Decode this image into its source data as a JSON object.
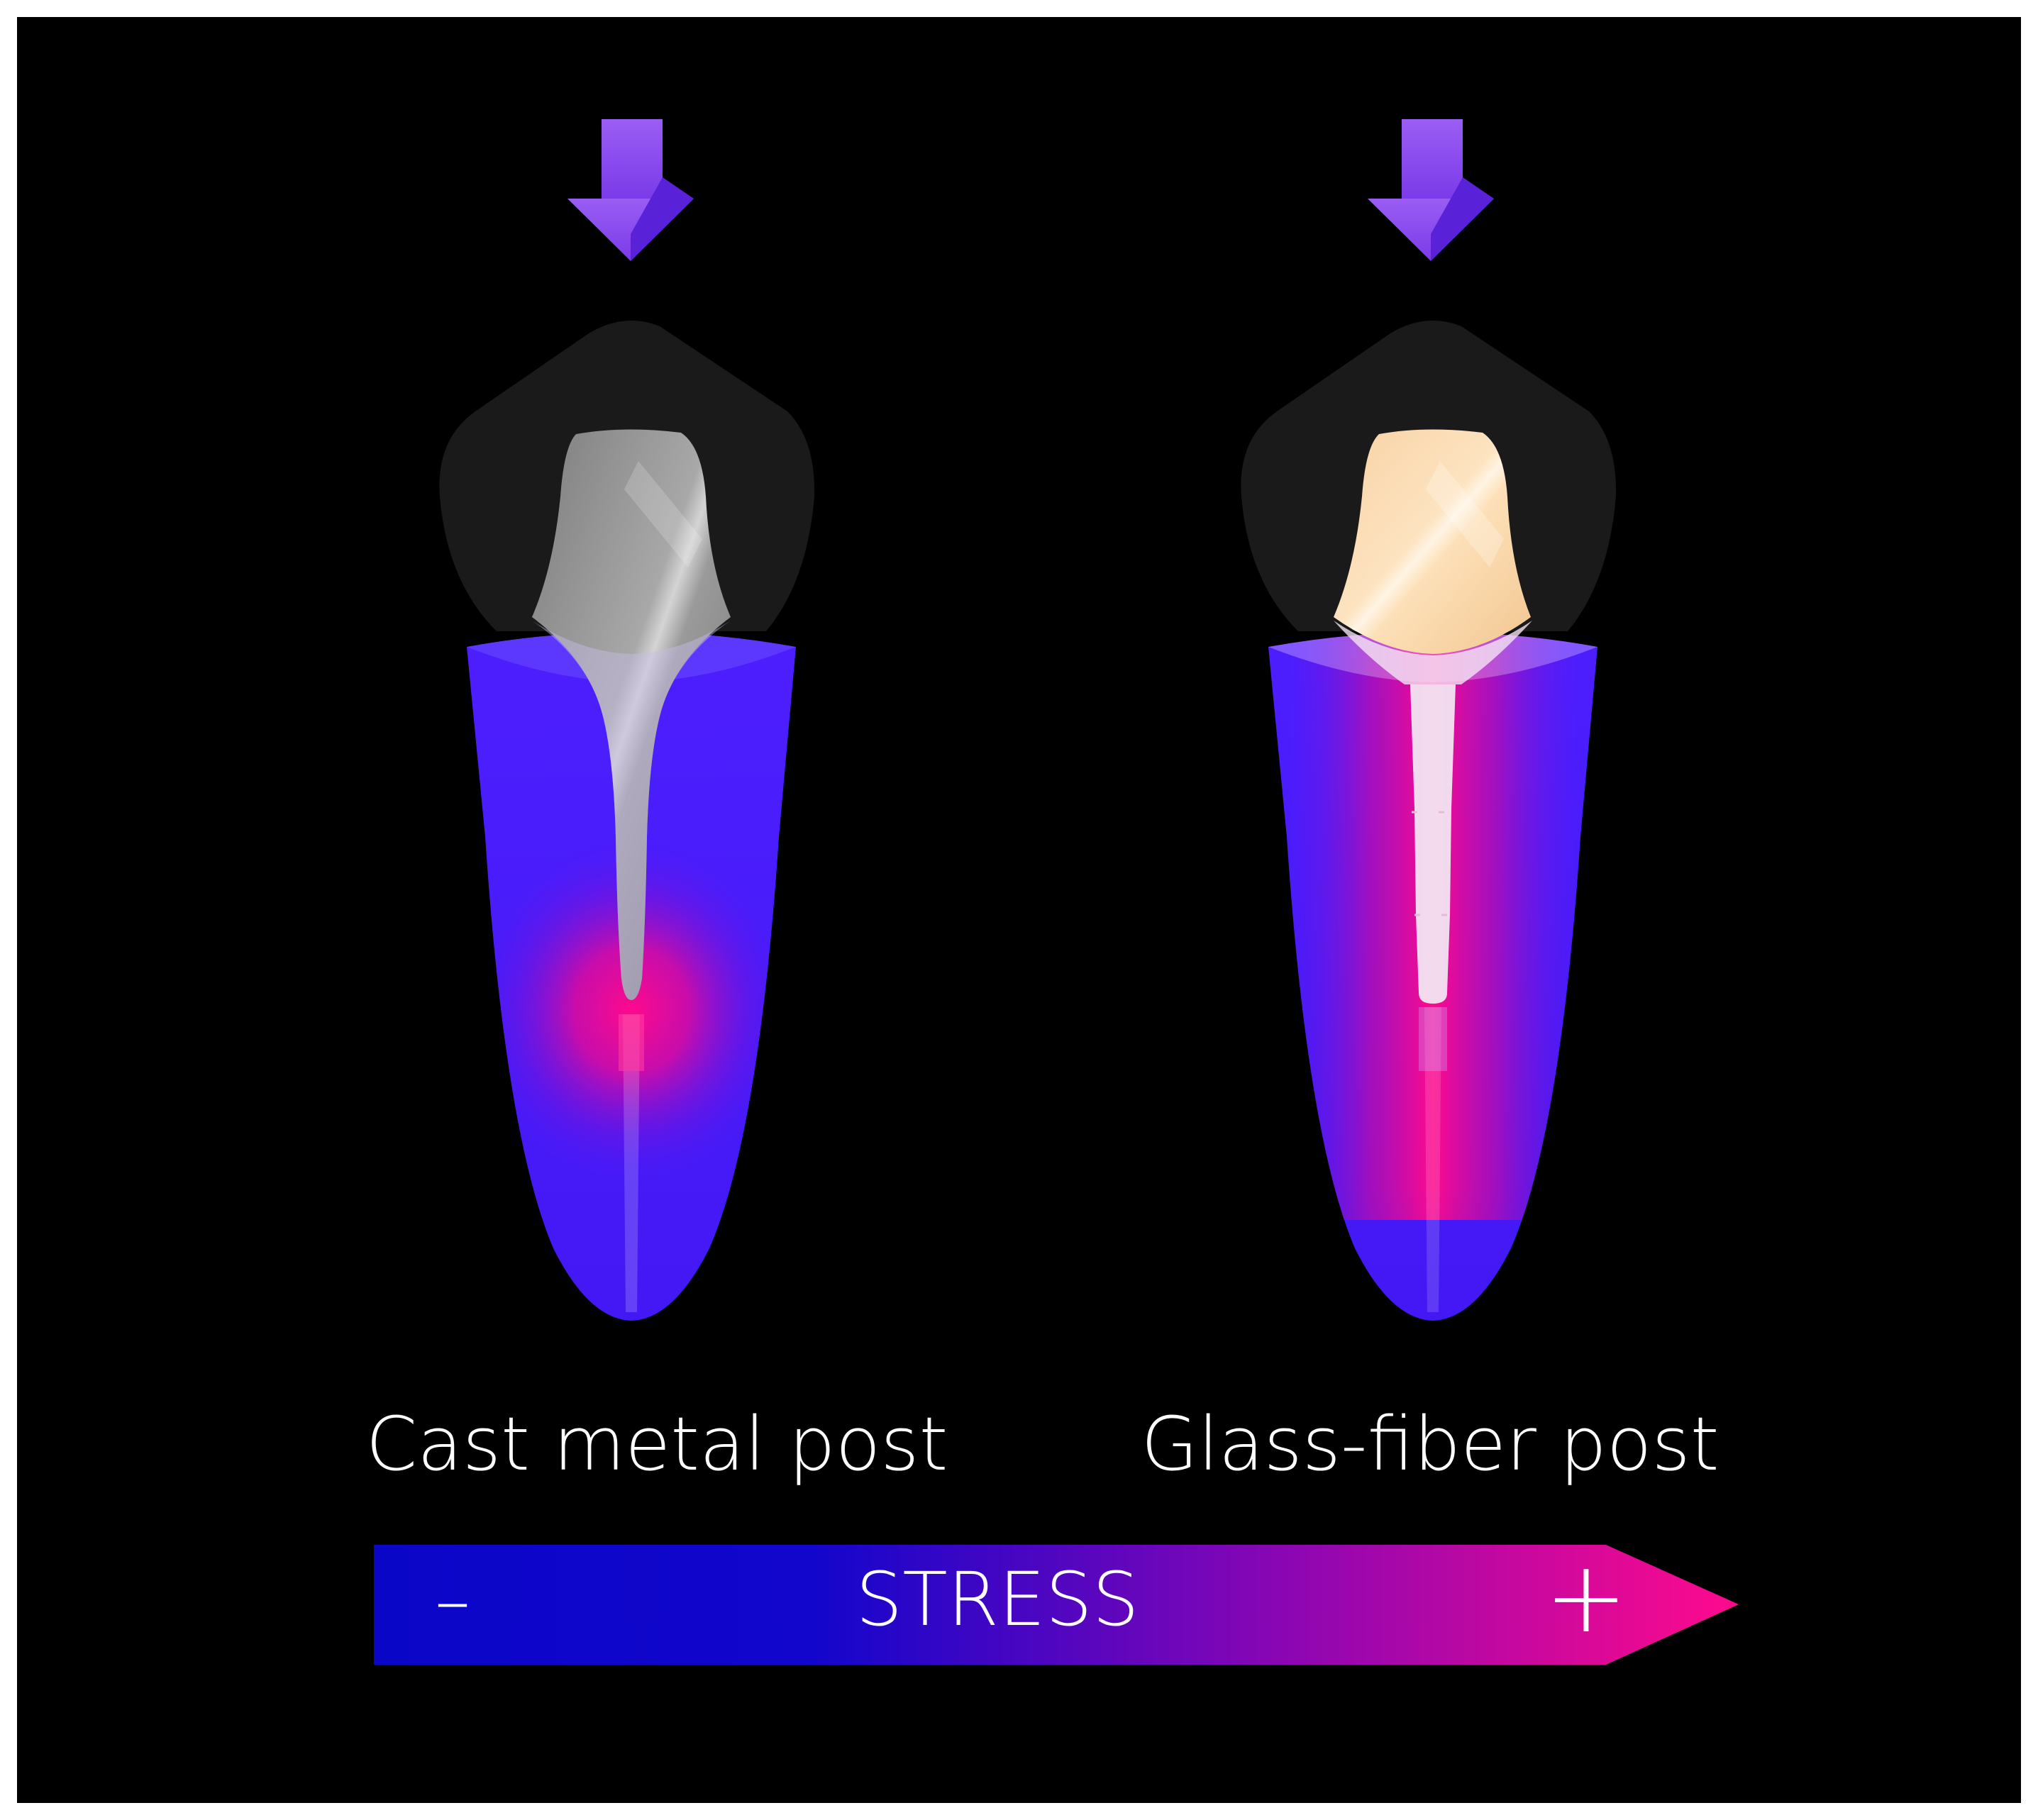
{
  "labels": {
    "left_tooth": "Cast metal post",
    "right_tooth": "Glass-fiber post"
  },
  "stress_scale": {
    "label": "STRESS",
    "minus": "–",
    "plus": "+"
  },
  "colors": {
    "background": "#000000",
    "crown": "#1a1a1a",
    "root_blue": "#4a1cff",
    "stress_high": "#ff0a8c",
    "stress_low": "#0a06c8",
    "arrow": "#8a4bf0",
    "metal_post": "#9a9a9a",
    "fiber_post_core": "#fde3c0",
    "fiber_post": "#f2e6f2"
  },
  "icons": {
    "force_arrow": "down-arrow-icon"
  }
}
